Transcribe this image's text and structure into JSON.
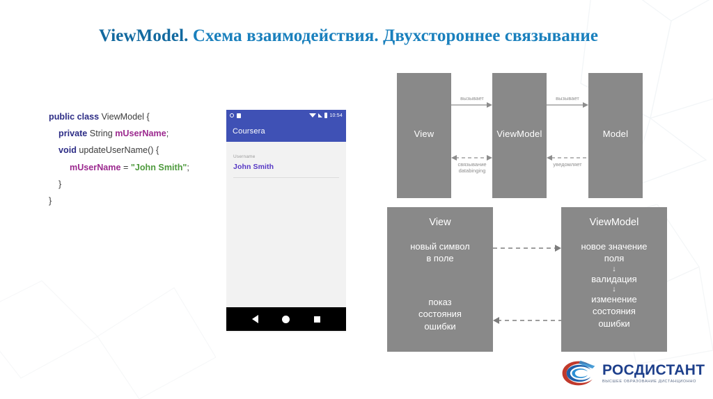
{
  "slide": {
    "title_brand": "ViewModel.",
    "title_rest": " Схема взаимодействия. Двухстороннее связывание"
  },
  "code": {
    "line1_kw": "public class",
    "line1_rest": " ViewModel {",
    "line2_kw": "private",
    "line2_type": " String ",
    "line2_var": "mUserName",
    "line2_end": ";",
    "line3_kw": "void",
    "line3_rest": " updateUserName() {",
    "line4_var": "mUserName",
    "line4_eq": " = ",
    "line4_str": "\"John Smith\"",
    "line4_end": ";",
    "line5": "}",
    "line6": "}"
  },
  "phone": {
    "status_time": "10:54",
    "app_title": "Coursera",
    "field_label": "Username",
    "field_value": "John Smith",
    "nav": {
      "back": "back-triangle",
      "home": "home-circle",
      "recents": "recents-square"
    },
    "icons": {
      "notification": "circle-icon",
      "clipboard": "clipboard-icon",
      "wifi": "wifi-icon",
      "signal": "signal-icon",
      "battery": "battery-icon"
    },
    "colors": {
      "appbar": "#3f51b5",
      "value_text": "#5536c4",
      "body": "#f2f2f2"
    }
  },
  "diagram_top": {
    "boxes": [
      {
        "label": "View"
      },
      {
        "label": "ViewModel"
      },
      {
        "label": "Model"
      }
    ],
    "arrows": [
      {
        "label": "вызывает",
        "style": "solid",
        "direction": "right"
      },
      {
        "label": "вызывает",
        "style": "solid",
        "direction": "right"
      },
      {
        "label_line1": "связывание",
        "label_line2": "databinging",
        "style": "dashed",
        "direction": "both"
      },
      {
        "label": "уведомляет",
        "style": "dashed",
        "direction": "left"
      }
    ]
  },
  "diagram_bottom": {
    "left": {
      "title": "View",
      "text_top_line1": "новый символ",
      "text_top_line2": "в поле",
      "text_bottom_line1": "показ",
      "text_bottom_line2": "состояния",
      "text_bottom_line3": "ошибки"
    },
    "right": {
      "title": "ViewModel",
      "line1": "новое значение",
      "line2": "поля",
      "arrow1": "↓",
      "line3": "валидация",
      "arrow2": "↓",
      "line4": "изменение",
      "line5": "состояния",
      "line6": "ошибки"
    },
    "arrows": [
      {
        "style": "dashed",
        "direction": "right"
      },
      {
        "style": "dashed",
        "direction": "left"
      }
    ]
  },
  "logo": {
    "name_part1": "РОС",
    "name_part2": "ДИСТАНТ",
    "tagline": "ВЫСШЕЕ ОБРАЗОВАНИЕ ДИСТАНЦИОННО"
  },
  "colors": {
    "title_blue": "#1a80bd",
    "box_gray": "#898989",
    "background": "#ffffff"
  }
}
